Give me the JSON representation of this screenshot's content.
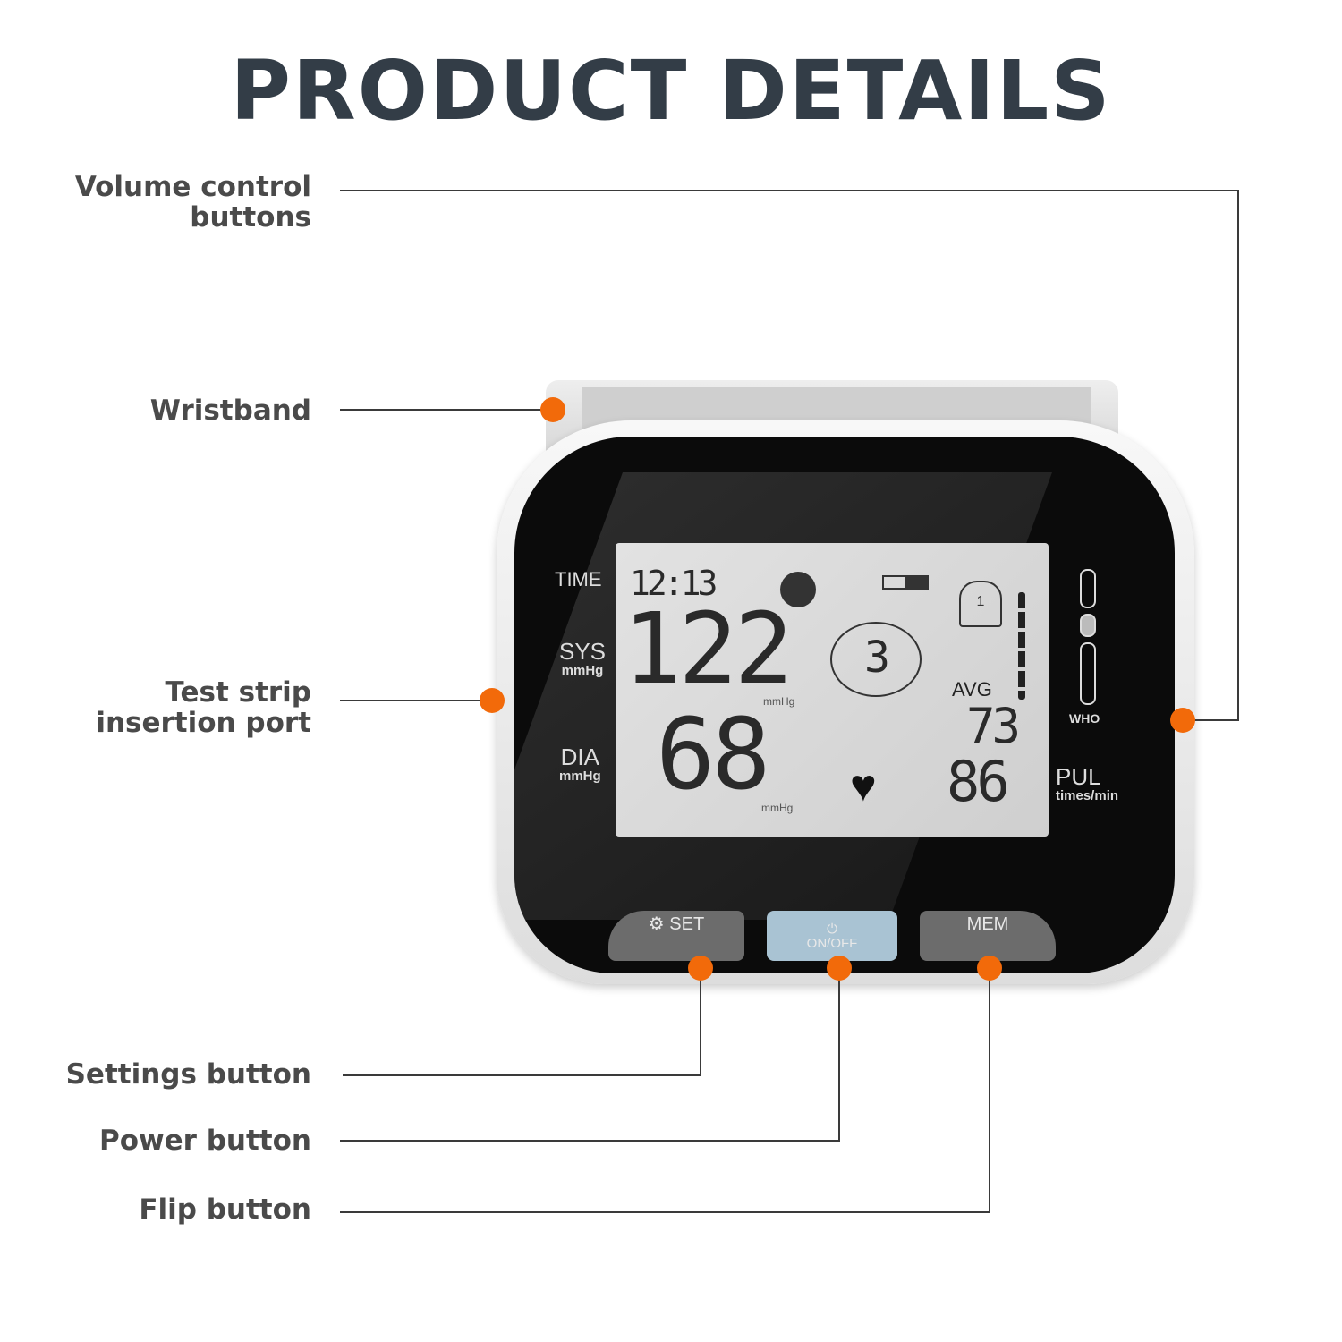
{
  "title": "PRODUCT DETAILS",
  "callouts": {
    "volume": "Volume control\nbuttons",
    "volume_l1": "Volume control",
    "volume_l2": "buttons",
    "wristband": "Wristband",
    "test_strip_l1": "Test strip",
    "test_strip_l2": "insertion port",
    "settings": "Settings button",
    "power": "Power button",
    "flip": "Flip button"
  },
  "device": {
    "side_labels": {
      "time": "TIME",
      "sys": "SYS",
      "sys_unit": "mmHg",
      "dia": "DIA",
      "dia_unit": "mmHg",
      "pul": "PUL",
      "pul_unit": "times/min",
      "who": "WHO"
    },
    "lcd": {
      "time": "12:13",
      "sys": "122",
      "dia": "68",
      "unit": "mmHg",
      "memory": "3",
      "user": "1",
      "avg_label": "AVG",
      "avg": "73",
      "pulse": "86"
    },
    "buttons": {
      "set": "SET",
      "power": "ON/OFF",
      "mem": "MEM"
    }
  },
  "colors": {
    "marker": "#f26a0a",
    "title": "#333d47"
  }
}
